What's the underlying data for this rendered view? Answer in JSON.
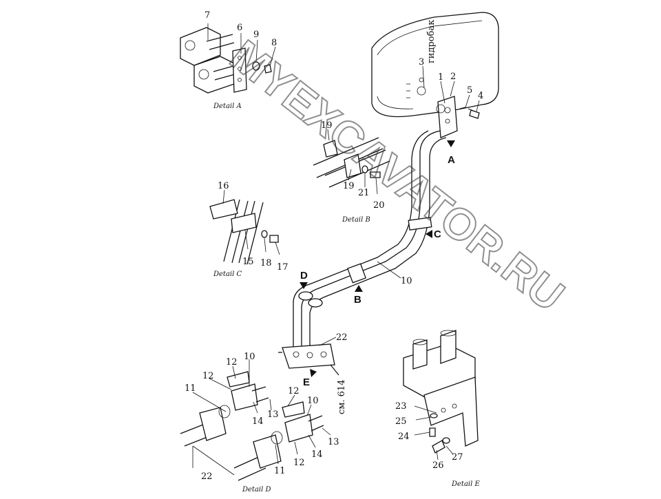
{
  "watermark": "MYEXCAVATOR.RU",
  "tank_label": "гидробак",
  "ref_code": "см. 614",
  "details": {
    "a": "Detail A",
    "b": "Detail B",
    "c": "Detail C",
    "d": "Detail D",
    "e": "Detail E"
  },
  "arrows": {
    "a": "A",
    "b": "B",
    "c": "C",
    "d": "D",
    "e": "E"
  },
  "callouts": {
    "n7": "7",
    "n6": "6",
    "n9": "9",
    "n8": "8",
    "n3": "3",
    "n1": "1",
    "n2": "2",
    "n5": "5",
    "n4": "4",
    "n19a": "19",
    "n19b": "19",
    "n21": "21",
    "n20": "20",
    "n16": "16",
    "n15": "15",
    "n18": "18",
    "n17": "17",
    "n10a": "10",
    "n22a": "22",
    "n12a": "12",
    "n10b": "10",
    "n12b": "12",
    "n11a": "11",
    "n14a": "14",
    "n13a": "13",
    "n12c": "12",
    "n10c": "10",
    "n13b": "13",
    "n14b": "14",
    "n12d": "12",
    "n11b": "11",
    "n22b": "22",
    "n23": "23",
    "n25": "25",
    "n24": "24",
    "n27": "27",
    "n26": "26"
  }
}
